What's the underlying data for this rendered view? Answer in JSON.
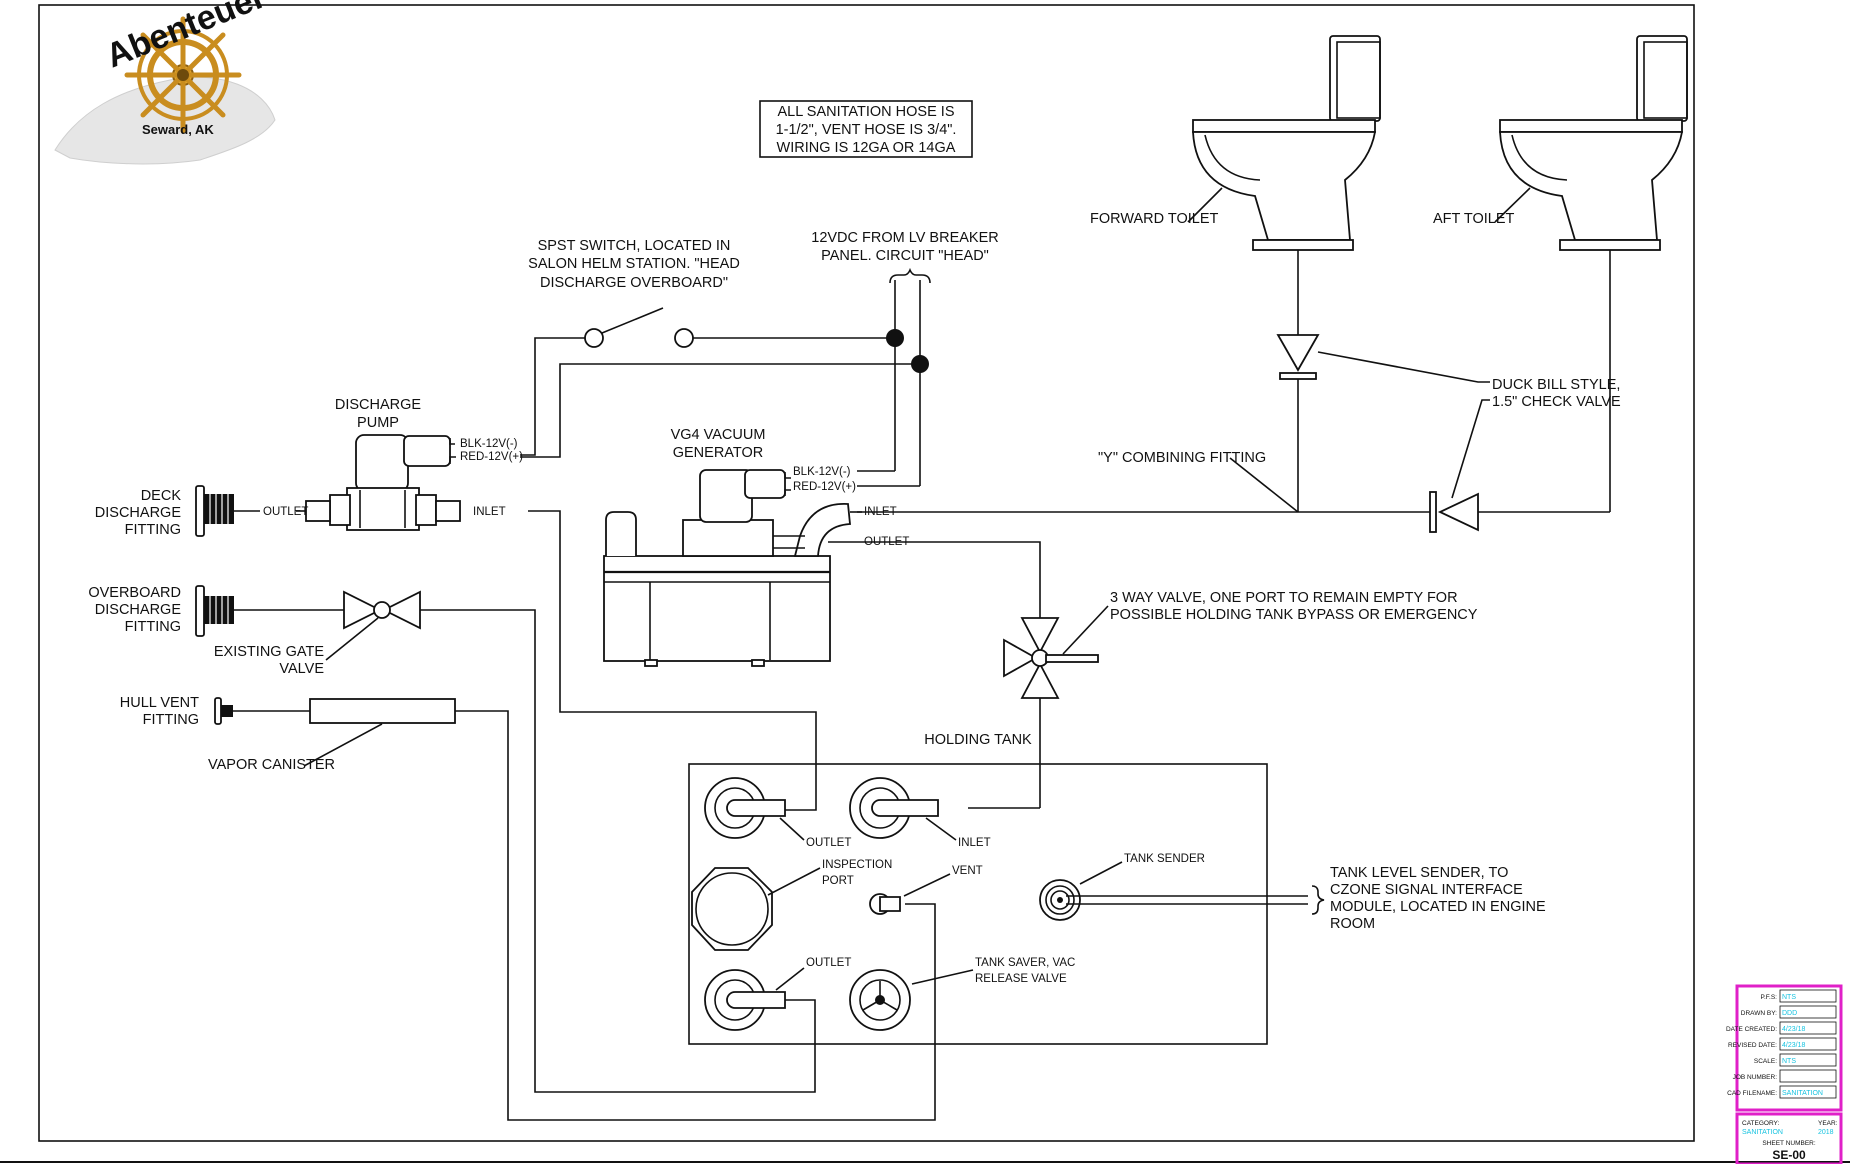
{
  "logo": {
    "brand": "Abenteuer",
    "location": "Seward, AK"
  },
  "notes": {
    "hose_note": [
      "ALL SANITATION HOSE IS",
      "1-1/2\", VENT HOSE IS 3/4\".",
      "WIRING IS 12GA OR 14GA"
    ],
    "switch": [
      "SPST SWITCH, LOCATED IN",
      "SALON HELM STATION. \"HEAD",
      "DISCHARGE OVERBOARD\""
    ],
    "power": [
      "12VDC FROM LV BREAKER",
      "PANEL. CIRCUIT \"HEAD\""
    ],
    "discharge_pump": [
      "DISCHARGE",
      "PUMP"
    ],
    "vacuum_generator": [
      "VG4 VACUUM",
      "GENERATOR"
    ],
    "forward_toilet": "FORWARD TOILET",
    "aft_toilet": "AFT TOILET",
    "check_valve": [
      "DUCK BILL STYLE,",
      "1.5\" CHECK VALVE"
    ],
    "y_fitting": "\"Y\" COMBINING FITTING",
    "three_way": [
      "3 WAY VALVE, ONE PORT TO REMAIN EMPTY FOR",
      "POSSIBLE HOLDING TANK BYPASS OR EMERGENCY"
    ],
    "deck_fitting": [
      "DECK",
      "DISCHARGE",
      "FITTING"
    ],
    "overboard_fitting": [
      "OVERBOARD",
      "DISCHARGE",
      "FITTING"
    ],
    "gate_valve": [
      "EXISTING GATE",
      "VALVE"
    ],
    "hull_vent": [
      "HULL VENT",
      "FITTING"
    ],
    "vapor_canister": "VAPOR CANISTER",
    "holding_tank": "HOLDING TANK",
    "tank_sender": "TANK SENDER",
    "tank_level": [
      "TANK LEVEL SENDER, TO",
      "CZONE SIGNAL INTERFACE",
      "MODULE, LOCATED IN ENGINE",
      "ROOM"
    ],
    "inspection_port": [
      "INSPECTION",
      "PORT"
    ],
    "vent": "VENT",
    "tank_saver": [
      "TANK SAVER, VAC",
      "RELEASE VALVE"
    ]
  },
  "ports": {
    "outlet": "OUTLET",
    "inlet": "INLET",
    "blk": "BLK-12V(-)",
    "red": "RED-12V(+)"
  },
  "title_block": {
    "fields": [
      {
        "label": "P.F.S:",
        "value": "NTS"
      },
      {
        "label": "DRAWN BY:",
        "value": "DDD"
      },
      {
        "label": "DATE CREATED:",
        "value": "4/23/18"
      },
      {
        "label": "REVISED DATE:",
        "value": "4/23/18"
      },
      {
        "label": "SCALE:",
        "value": "NTS"
      },
      {
        "label": "JOB NUMBER:",
        "value": ""
      },
      {
        "label": "CAD FILENAME:",
        "value": "SANITATION"
      }
    ],
    "category_label": "CATEGORY:",
    "category_value": "SANITATION",
    "year_label": "YEAR:",
    "year_value": "2018",
    "sheet_label": "SHEET NUMBER:",
    "sheet_value": "SE-00",
    "accent": "#e020c8",
    "value_color": "#17c3e0",
    "sheet_color": "#1aa52a"
  }
}
